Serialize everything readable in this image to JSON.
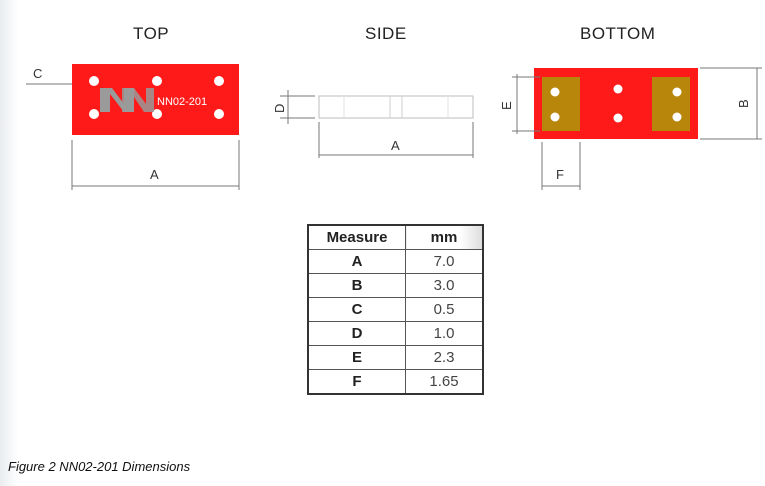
{
  "views": {
    "top": "TOP",
    "side": "SIDE",
    "bottom": "BOTTOM"
  },
  "part_label": "NN02-201",
  "dimension_labels": {
    "a": "A",
    "b": "B",
    "c": "C",
    "d": "D",
    "e": "E",
    "f": "F"
  },
  "colors": {
    "body": "#ff1a1a",
    "pad": "#b8860b",
    "dot": "#ffffff",
    "logo": "#9a9a9a"
  },
  "table": {
    "headers": [
      "Measure",
      "mm"
    ],
    "rows": [
      {
        "measure": "A",
        "mm": "7.0"
      },
      {
        "measure": "B",
        "mm": "3.0"
      },
      {
        "measure": "C",
        "mm": "0.5"
      },
      {
        "measure": "D",
        "mm": "1.0"
      },
      {
        "measure": "E",
        "mm": "2.3"
      },
      {
        "measure": "F",
        "mm": "1.65"
      }
    ]
  },
  "caption": "Figure 2 NN02-201 Dimensions"
}
